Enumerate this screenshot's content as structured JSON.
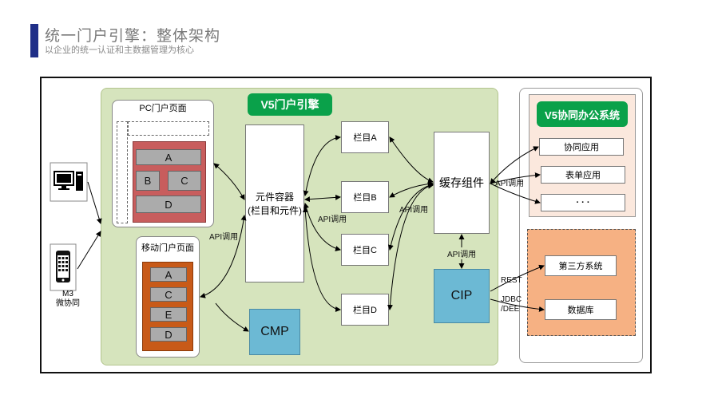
{
  "header": {
    "title": "统一门户引擎：整体架构",
    "subtitle": "以企业的统一认证和主数据管理为核心"
  },
  "devices": {
    "mobile_label_line1": "M3",
    "mobile_label_line2": "微协同"
  },
  "engine": {
    "title": "V5门户引擎",
    "pc_panel": {
      "title": "PC门户页面",
      "a": "A",
      "b": "B",
      "c": "C",
      "d": "D"
    },
    "mobile_panel": {
      "title": "移动门户页面",
      "items": [
        "A",
        "C",
        "E",
        "D"
      ]
    },
    "container": {
      "line1": "元件容器",
      "line2": "(栏目和元件)"
    },
    "columns": [
      "栏目A",
      "栏目B",
      "栏目C",
      "栏目D"
    ],
    "cache": "缓存组件",
    "cmp": "CMP",
    "cip": "CIP"
  },
  "v5": {
    "title": "V5协同办公系统",
    "apps": [
      "协同应用",
      "表单应用",
      "· · ·"
    ]
  },
  "external": {
    "third_party": "第三方系统",
    "database": "数据库"
  },
  "labels": {
    "api_pc": "API调用",
    "api_container": "API调用",
    "api_columns": "API调用",
    "api_cache_cip": "API调用",
    "api_cache_v5": "API调用",
    "rest": "REST",
    "jdbc_line1": "JDBC",
    "jdbc_line2": "/DEE"
  },
  "colors": {
    "title_bar": "#1f2f88",
    "engine_bg": "#d6e4bd",
    "badge_green": "#0aa14a",
    "pc_block": "#c85d5d",
    "mobile_block": "#c85a18",
    "blue_box": "#6cb9d4",
    "peach": "#fbe8dd",
    "orange": "#f6b183"
  }
}
